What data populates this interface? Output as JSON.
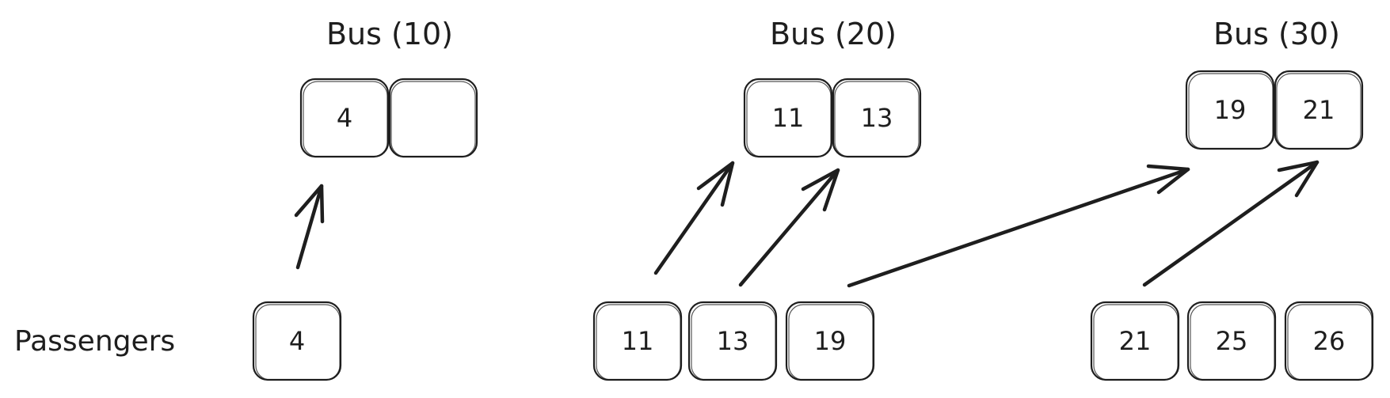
{
  "passengers_label": "Passengers",
  "buses": [
    {
      "title": "Bus (10)",
      "slots": [
        "4",
        ""
      ]
    },
    {
      "title": "Bus (20)",
      "slots": [
        "11",
        "13"
      ]
    },
    {
      "title": "Bus (30)",
      "slots": [
        "19",
        "21"
      ]
    }
  ],
  "passenger_groups": [
    [
      "4"
    ],
    [
      "11",
      "13",
      "19"
    ],
    [
      "21",
      "25",
      "26"
    ]
  ],
  "assignments": [
    {
      "passenger": "4",
      "bus": "Bus (10)"
    },
    {
      "passenger": "11",
      "bus": "Bus (20)"
    },
    {
      "passenger": "13",
      "bus": "Bus (20)"
    },
    {
      "passenger": "19",
      "bus": "Bus (30)"
    },
    {
      "passenger": "21",
      "bus": "Bus (30)"
    }
  ]
}
